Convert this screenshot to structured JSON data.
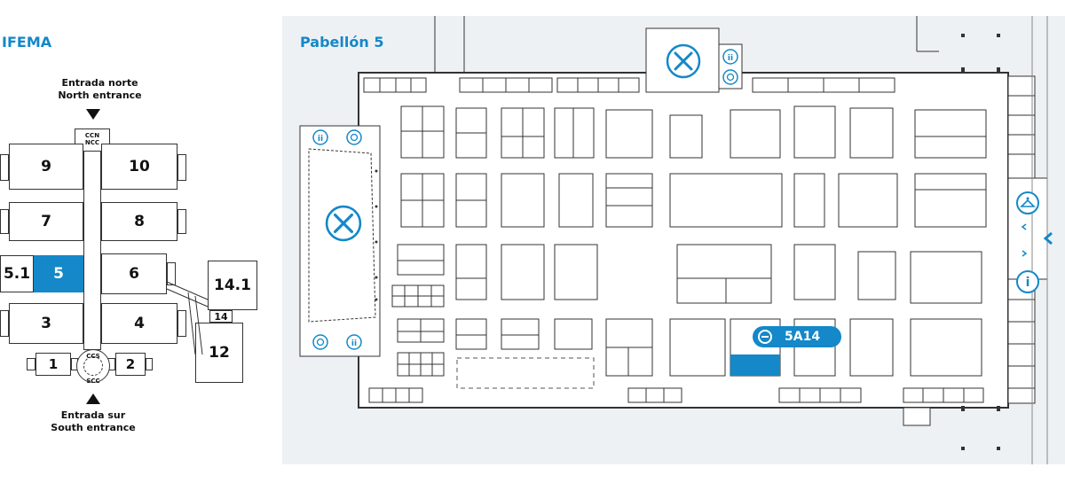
{
  "overview": {
    "title": "IFEMA",
    "north_entrance_es": "Entrada norte",
    "north_entrance_en": "North entrance",
    "south_entrance_es": "Entrada sur",
    "south_entrance_en": "South entrance",
    "ccn": "CCN",
    "ncc": "NCC",
    "ccs": "CCS",
    "scc": "SCC",
    "halls": {
      "h9": "9",
      "h10": "10",
      "h7": "7",
      "h8": "8",
      "h51": "5.1",
      "h5": "5",
      "h6": "6",
      "h141": "14.1",
      "h14": "14",
      "h3": "3",
      "h4": "4",
      "h12": "12",
      "h1": "1",
      "h2": "2"
    },
    "highlight_hall": "5",
    "highlight_color": "#1488c8"
  },
  "floorplan": {
    "title": "Pabellón 5",
    "booth_label": "5A14",
    "accent_color": "#1488c8",
    "icons": [
      "restaurant-icon",
      "restroom-icon",
      "accessible-icon",
      "cloakroom-icon",
      "info-icon",
      "arrow-left-icon"
    ]
  }
}
